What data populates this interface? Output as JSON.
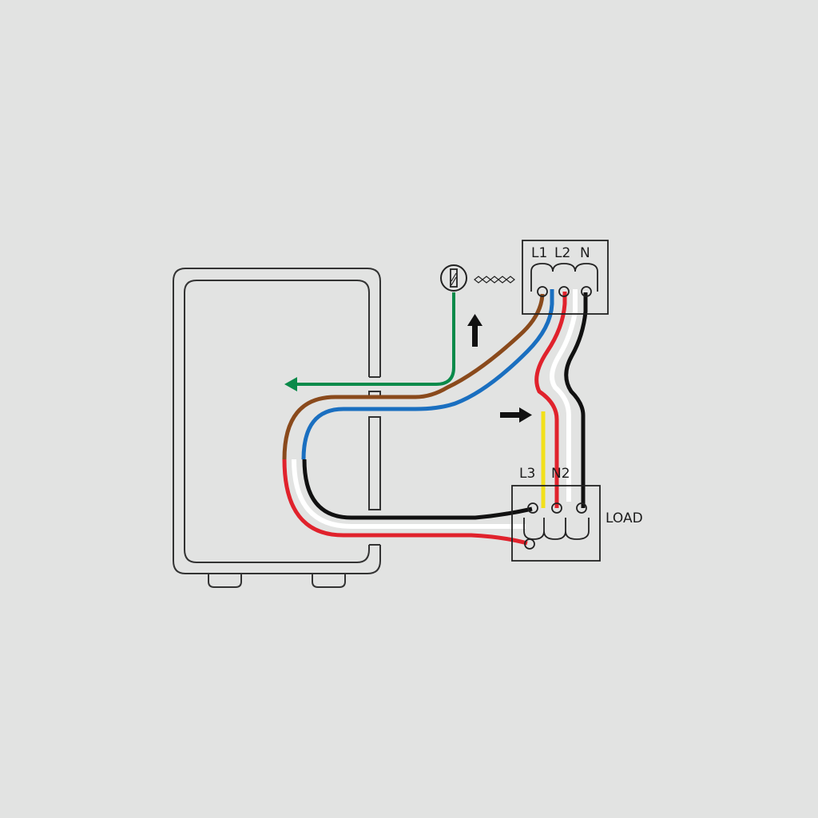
{
  "diagram": {
    "type": "electrical-wiring",
    "top_terminal_block": {
      "labels": [
        "L1",
        "L2",
        "N"
      ]
    },
    "bottom_terminal_block": {
      "labels": [
        "L3",
        "N2"
      ],
      "side_label": "LOAD"
    },
    "ground_symbol": "ground-clamp-icon",
    "wires": [
      {
        "name": "green-ground",
        "color": "#0a8a4a"
      },
      {
        "name": "brown-L1",
        "color": "#8a4a1c"
      },
      {
        "name": "blue-L2",
        "color": "#1a6fc0"
      },
      {
        "name": "red",
        "color": "#e0222c"
      },
      {
        "name": "white",
        "color": "#ffffff"
      },
      {
        "name": "black-N",
        "color": "#111111"
      },
      {
        "name": "yellow",
        "color": "#f2e01a"
      }
    ],
    "arrows": [
      "left-arrow-green",
      "up-arrow",
      "right-arrow"
    ]
  }
}
